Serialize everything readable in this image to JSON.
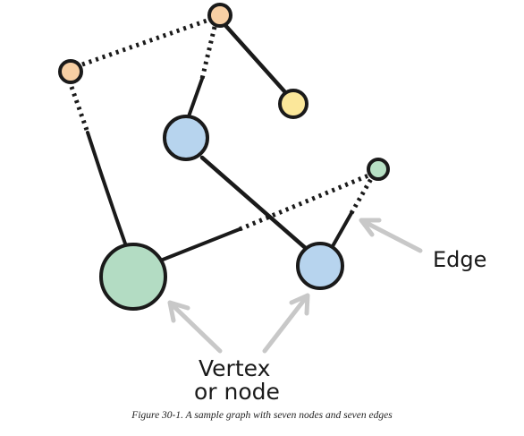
{
  "figure": {
    "caption": "Figure 30-1. A sample graph with seven nodes and seven edges",
    "labels": {
      "vertex_line1": "Vertex",
      "vertex_line2": "or node",
      "edge": "Edge"
    },
    "colors": {
      "peach": "#f7cfa4",
      "yellow": "#fbe79a",
      "blue": "#b7d4ee",
      "green": "#b3dcc3",
      "mint": "#b7e0c4",
      "outline": "#1a1a1a",
      "arrow": "#c8c8c8"
    }
  }
}
